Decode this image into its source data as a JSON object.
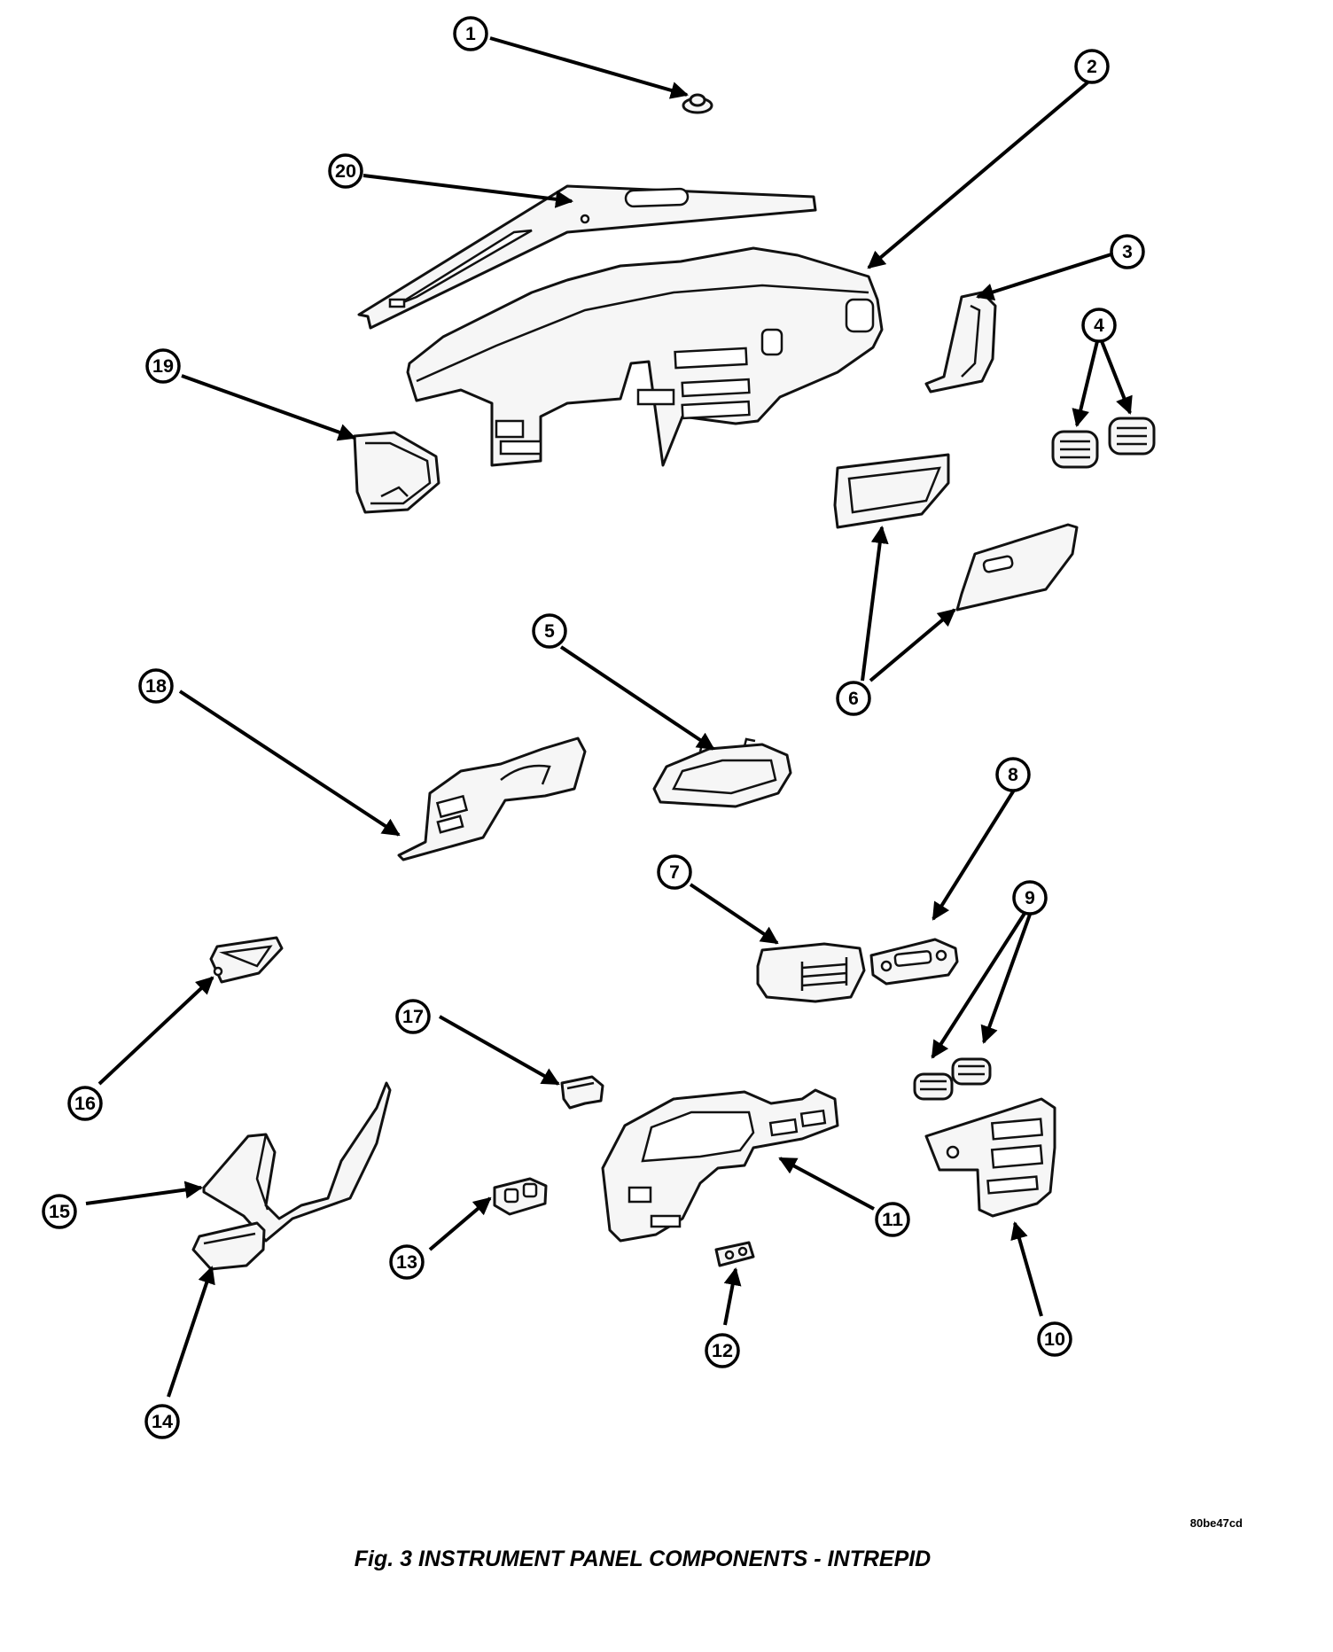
{
  "figure": {
    "caption": "Fig. 3 INSTRUMENT PANEL COMPONENTS - INTREPID",
    "reference_code": "80be47cd"
  },
  "callouts": [
    {
      "label": "1"
    },
    {
      "label": "2"
    },
    {
      "label": "3"
    },
    {
      "label": "4"
    },
    {
      "label": "5"
    },
    {
      "label": "6"
    },
    {
      "label": "7"
    },
    {
      "label": "8"
    },
    {
      "label": "9"
    },
    {
      "label": "10"
    },
    {
      "label": "11"
    },
    {
      "label": "12"
    },
    {
      "label": "13"
    },
    {
      "label": "14"
    },
    {
      "label": "15"
    },
    {
      "label": "16"
    },
    {
      "label": "17"
    },
    {
      "label": "18"
    },
    {
      "label": "19"
    },
    {
      "label": "20"
    }
  ]
}
